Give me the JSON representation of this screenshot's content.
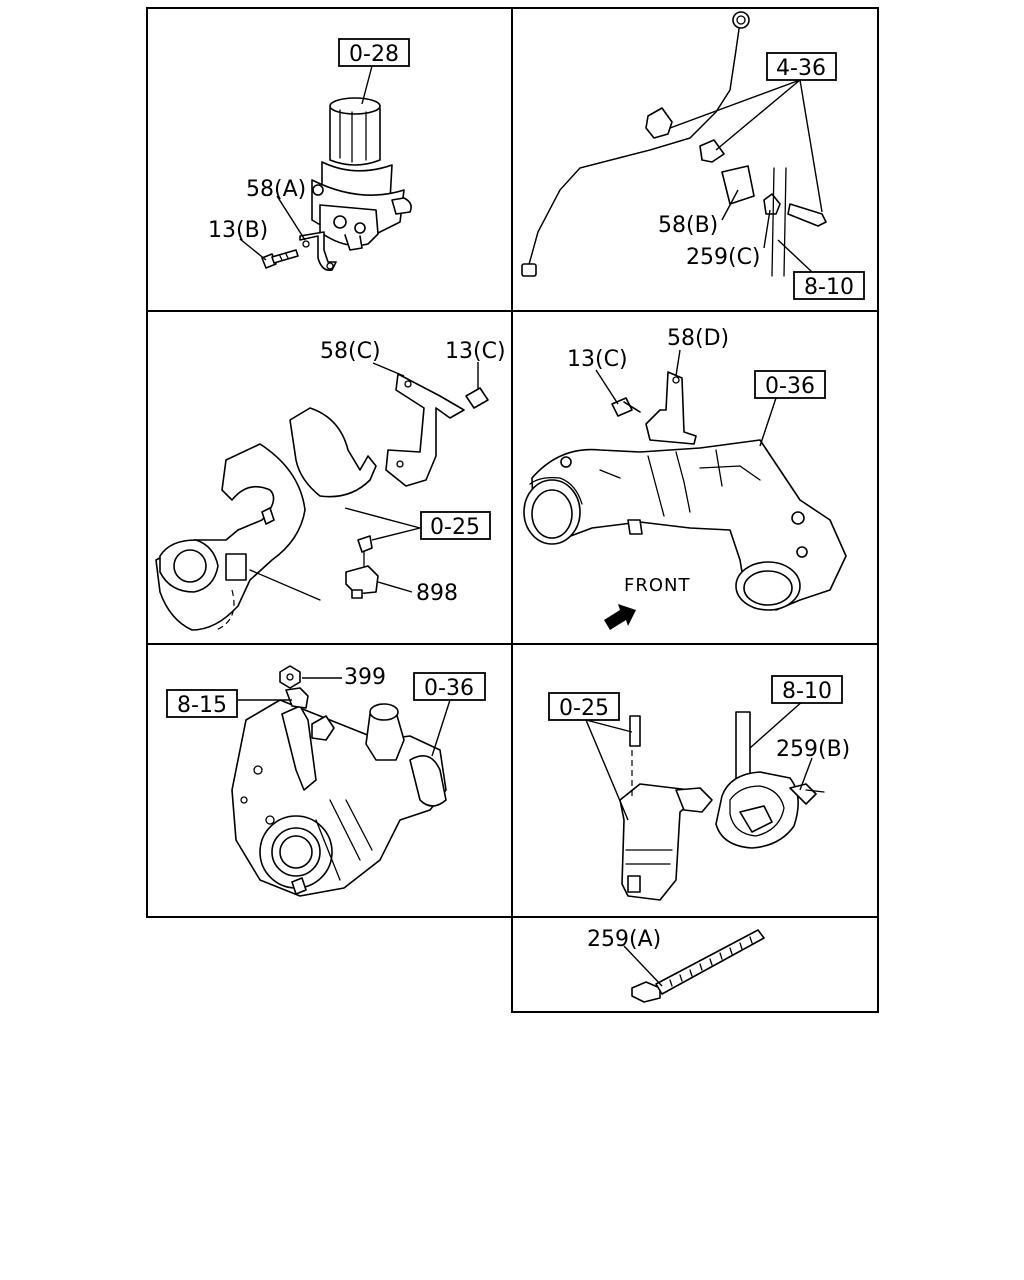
{
  "labels": {
    "p1_ref": "0-28",
    "p1_58a": "58(A)",
    "p1_13b": "13(B)",
    "p2_ref436": "4-36",
    "p2_58b": "58(B)",
    "p2_259c": "259(C)",
    "p2_ref810": "8-10",
    "p3_58c": "58(C)",
    "p3_13c": "13(C)",
    "p3_ref025": "0-25",
    "p3_898": "898",
    "p4_13c": "13(C)",
    "p4_58d": "58(D)",
    "p4_ref036": "0-36",
    "p4_front": "FRONT",
    "p5_399": "399",
    "p5_ref815": "8-15",
    "p5_ref036": "0-36",
    "p6_ref025": "0-25",
    "p6_ref810": "8-10",
    "p6_259b": "259(B)",
    "p7_259a": "259(A)"
  }
}
